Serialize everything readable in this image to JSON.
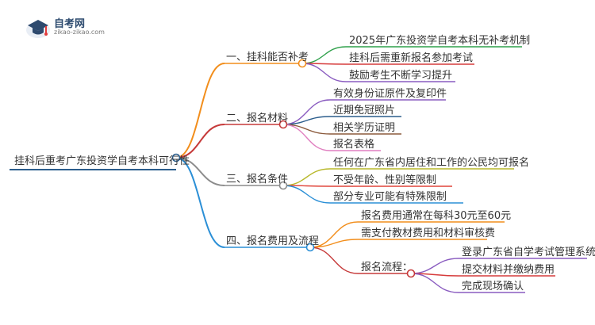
{
  "logo": {
    "title": "自考网",
    "url": "zikao-zikao.com",
    "colors": {
      "cap": "#2e4a6e",
      "accent": "#e23b3b"
    }
  },
  "root": {
    "label": "挂科后重考广东投资学自考本科可行性",
    "color": "#2b5d8c"
  },
  "branches": [
    {
      "label": "一、挂科能否补考",
      "color": "#f28e1c",
      "children": [
        {
          "label": "2025年广东投资学自考本科无补考机制",
          "color": "#2ea04a"
        },
        {
          "label": "挂科后需重新报名参加考试",
          "color": "#d63b3b"
        },
        {
          "label": "鼓励考生不断学习提升",
          "color": "#8a5cc0"
        }
      ]
    },
    {
      "label": "二、报名材料",
      "color": "#c63a3a",
      "children": [
        {
          "label": "有效身份证原件及复印件",
          "color": "#8a5cc0"
        },
        {
          "label": "近期免冠照片",
          "color": "#2b5d8c"
        },
        {
          "label": "相关学历证明",
          "color": "#8b5a3c"
        },
        {
          "label": "报名表格",
          "color": "#e07fc0"
        }
      ]
    },
    {
      "label": "三、报名条件",
      "color": "#8c8c8c",
      "children": [
        {
          "label": "任何在广东省内居住和工作的公民均可报名",
          "color": "#b8b82a"
        },
        {
          "label": "不受年龄、性别等限制",
          "color": "#e0443a"
        },
        {
          "label": "部分专业可能有特殊限制",
          "color": "#2b8fd6"
        }
      ]
    },
    {
      "label": "四、报名费用及流程",
      "color": "#2b8fd6",
      "children": [
        {
          "label": "报名费用通常在每科30元至60元",
          "color": "#f28e1c"
        },
        {
          "label": "需支付教材费用和材料审核费",
          "color": "#f28e1c"
        },
        {
          "label": "报名流程：",
          "color": "#c63a3a",
          "children": [
            {
              "label": "登录广东省自学考试管理系统",
              "color": "#8a5cc0"
            },
            {
              "label": "提交材料并缴纳费用",
              "color": "#d63b3b"
            },
            {
              "label": "完成现场确认",
              "color": "#8a5cc0"
            }
          ]
        }
      ]
    }
  ]
}
